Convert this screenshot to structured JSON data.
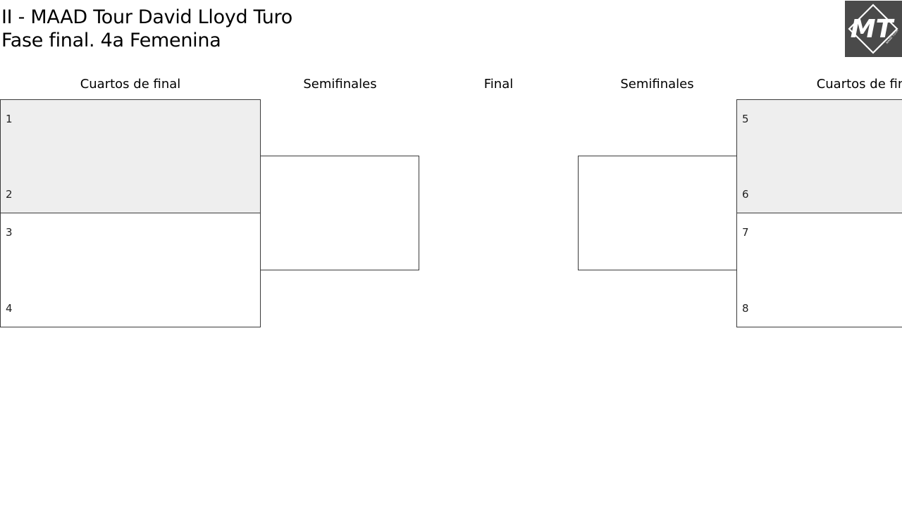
{
  "header": {
    "title_line1": "II - MAAD Tour David Lloyd Turo",
    "title_line2": "Fase final. 4a Femenina",
    "logo_text": "MT",
    "logo_subtext": "MAAD TOUR"
  },
  "rounds": {
    "left_quarterfinals": "Cuartos de final",
    "left_semifinals": "Semifinales",
    "final": "Final",
    "right_semifinals": "Semifinales",
    "right_quarterfinals": "Cuartos de final"
  },
  "left_bracket": {
    "match1": {
      "seed_top": "1",
      "seed_bottom": "2"
    },
    "match2": {
      "seed_top": "3",
      "seed_bottom": "4"
    }
  },
  "right_bracket": {
    "match1": {
      "seed_top": "5",
      "seed_bottom": "6"
    },
    "match2": {
      "seed_top": "7",
      "seed_bottom": "8"
    }
  },
  "colors": {
    "shaded_match": "#eeeeee",
    "logo_background": "#4a4a4a",
    "border": "#3a3a3a"
  }
}
